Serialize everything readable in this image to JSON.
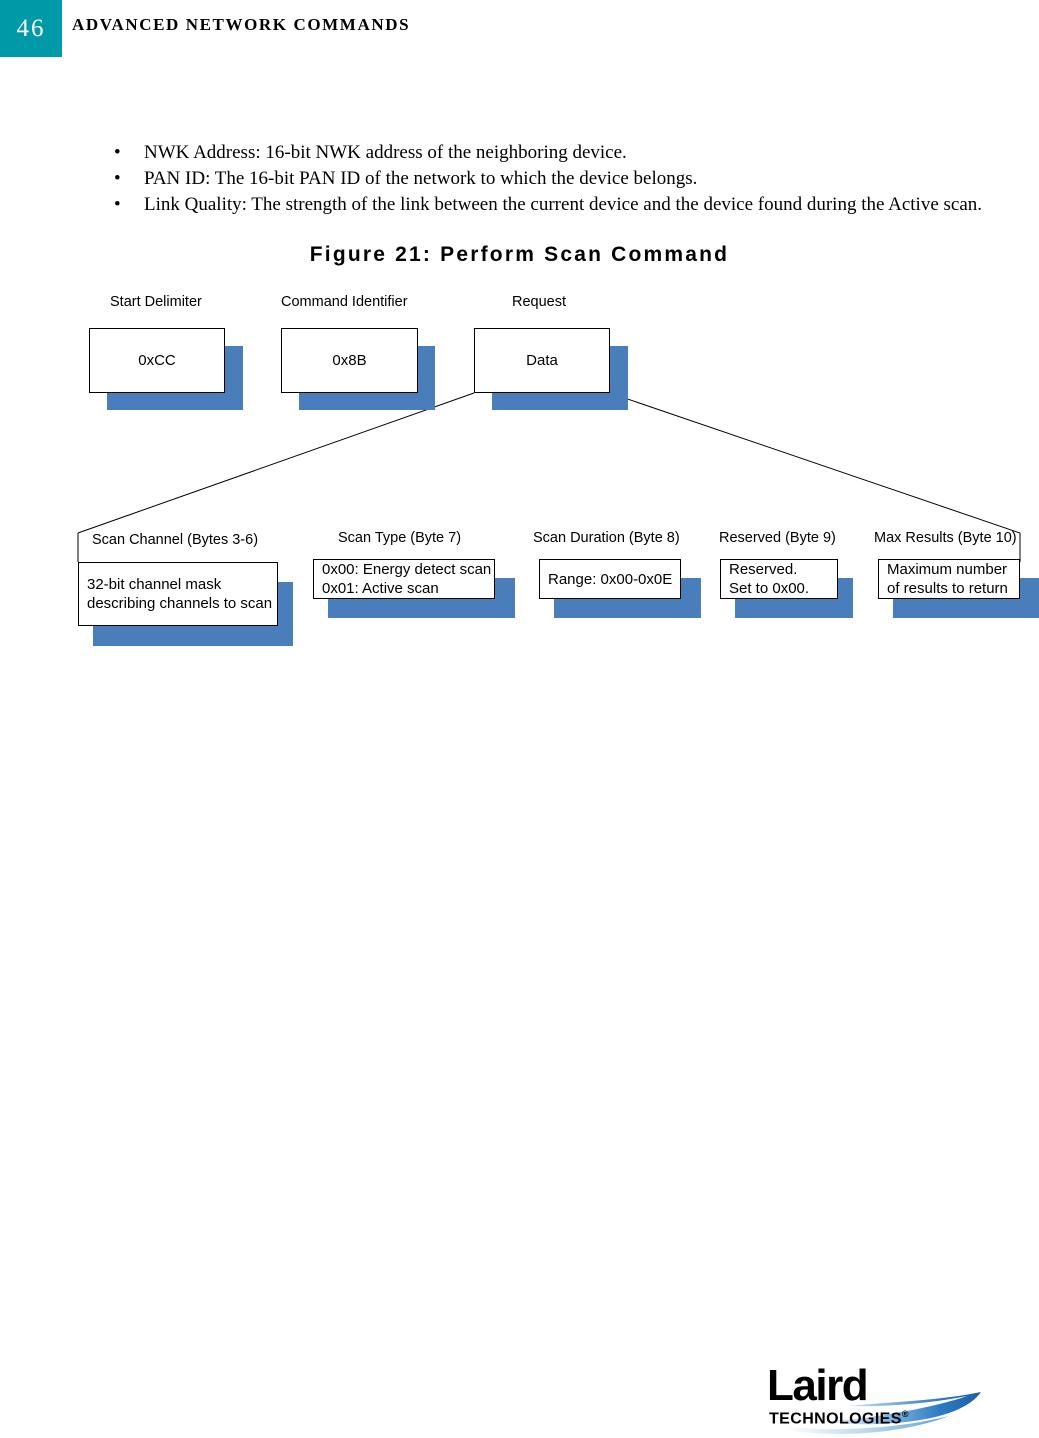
{
  "header": {
    "page_number": "46",
    "title": "ADVANCED NETWORK COMMANDS",
    "accent_color": "#0099A8"
  },
  "body": {
    "bullet_mark": "•",
    "bullets": [
      "NWK Address: 16-bit NWK address of the neighboring device.",
      "PAN ID: The 16-bit PAN ID of the network to which the device belongs.",
      "Link Quality: The strength of the link between the current device and the device found during the Active scan."
    ]
  },
  "figure": {
    "caption": "Figure 21: Perform Scan Command",
    "shadow_color": "#4A7EBB",
    "top_row": [
      {
        "label": "Start Delimiter",
        "value": "0xCC"
      },
      {
        "label": "Command Identifier",
        "value": "0x8B"
      },
      {
        "label": "Request",
        "value": "Data"
      }
    ],
    "bottom_row": [
      {
        "label": "Scan Channel (Bytes 3-6)",
        "lines": [
          "32-bit channel mask",
          "describing channels to scan"
        ]
      },
      {
        "label": "Scan Type (Byte 7)",
        "lines": [
          "0x00: Energy detect scan",
          "0x01: Active scan"
        ]
      },
      {
        "label": "Scan Duration (Byte 8)",
        "lines": [
          "Range: 0x00-0x0E"
        ]
      },
      {
        "label": "Reserved (Byte 9)",
        "lines": [
          "Reserved.",
          "Set to 0x00."
        ]
      },
      {
        "label": "Max Results (Byte 10)",
        "lines": [
          "Maximum number",
          "of results to return"
        ]
      }
    ]
  },
  "footer": {
    "logo_wordmark": "Laird",
    "logo_subtext": "TECHNOLOGIES",
    "logo_registered": "®",
    "logo_swoosh_color": "#2E7BC4"
  }
}
